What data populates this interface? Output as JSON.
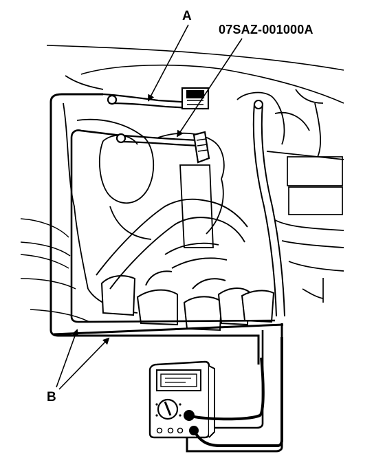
{
  "labels": {
    "a": "A",
    "part_number": "07SAZ-001000A",
    "b": "B"
  },
  "colors": {
    "line": "#000000",
    "background": "#ffffff"
  }
}
